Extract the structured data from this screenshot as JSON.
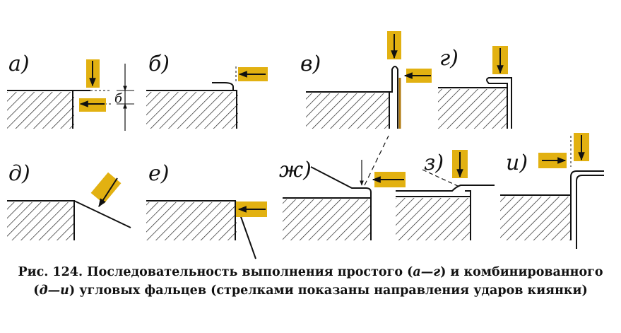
{
  "figure": {
    "panels": [
      {
        "id": "a",
        "label": "а)"
      },
      {
        "id": "b",
        "label": "б)"
      },
      {
        "id": "v",
        "label": "в)"
      },
      {
        "id": "g",
        "label": "г)"
      },
      {
        "id": "d",
        "label": "д)"
      },
      {
        "id": "e",
        "label": "е)"
      },
      {
        "id": "zh",
        "label": "ж)"
      },
      {
        "id": "z",
        "label": "з)"
      },
      {
        "id": "i",
        "label": "и)"
      }
    ],
    "dimension_label": "б",
    "marker_color": "#e2b111",
    "line_color": "#111111",
    "icons": [
      "hammer-blow-arrow-icon",
      "dimension-arrow-icon"
    ]
  },
  "caption": {
    "line1_prefix": "Рис. 124. Последовательность выполнения простого (",
    "line1_range1": "а—г",
    "line1_mid": ") и комбинированного",
    "line2_open": "(",
    "line2_range2": "д—и",
    "line2_rest": ") угловых фальцев (стрелками показаны направления ударов киянки)"
  }
}
